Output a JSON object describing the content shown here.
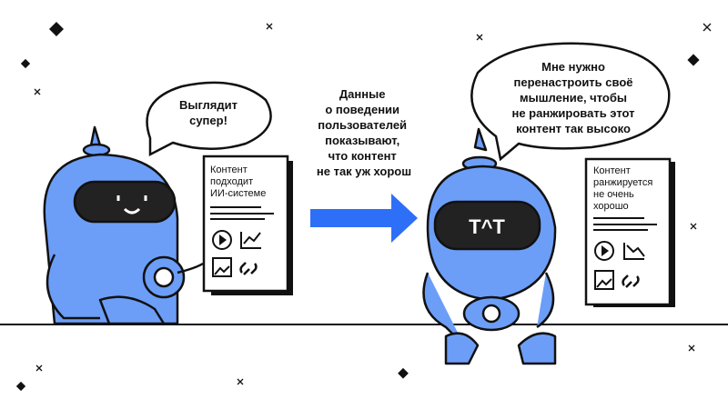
{
  "left_robot": {
    "speech": [
      "Выглядит",
      "супер!"
    ],
    "document": [
      "Контент",
      "подходит",
      "ИИ-системе"
    ]
  },
  "middle_caption": [
    "Данные",
    "о поведении",
    "пользователей",
    "показывают,",
    "что контент",
    "не так уж хорош"
  ],
  "right_robot": {
    "speech": [
      "Мне нужно",
      "перенастроить своё",
      "мышление, чтобы",
      "не ранжировать этот",
      "контент так высоко"
    ],
    "face": "T^T",
    "document": [
      "Контент",
      "ранжируется",
      "не очень",
      "хорошо"
    ]
  },
  "colors": {
    "robot_blue": "#6c9ef8",
    "arrow_blue": "#2d6ff7",
    "outline": "#111111"
  }
}
